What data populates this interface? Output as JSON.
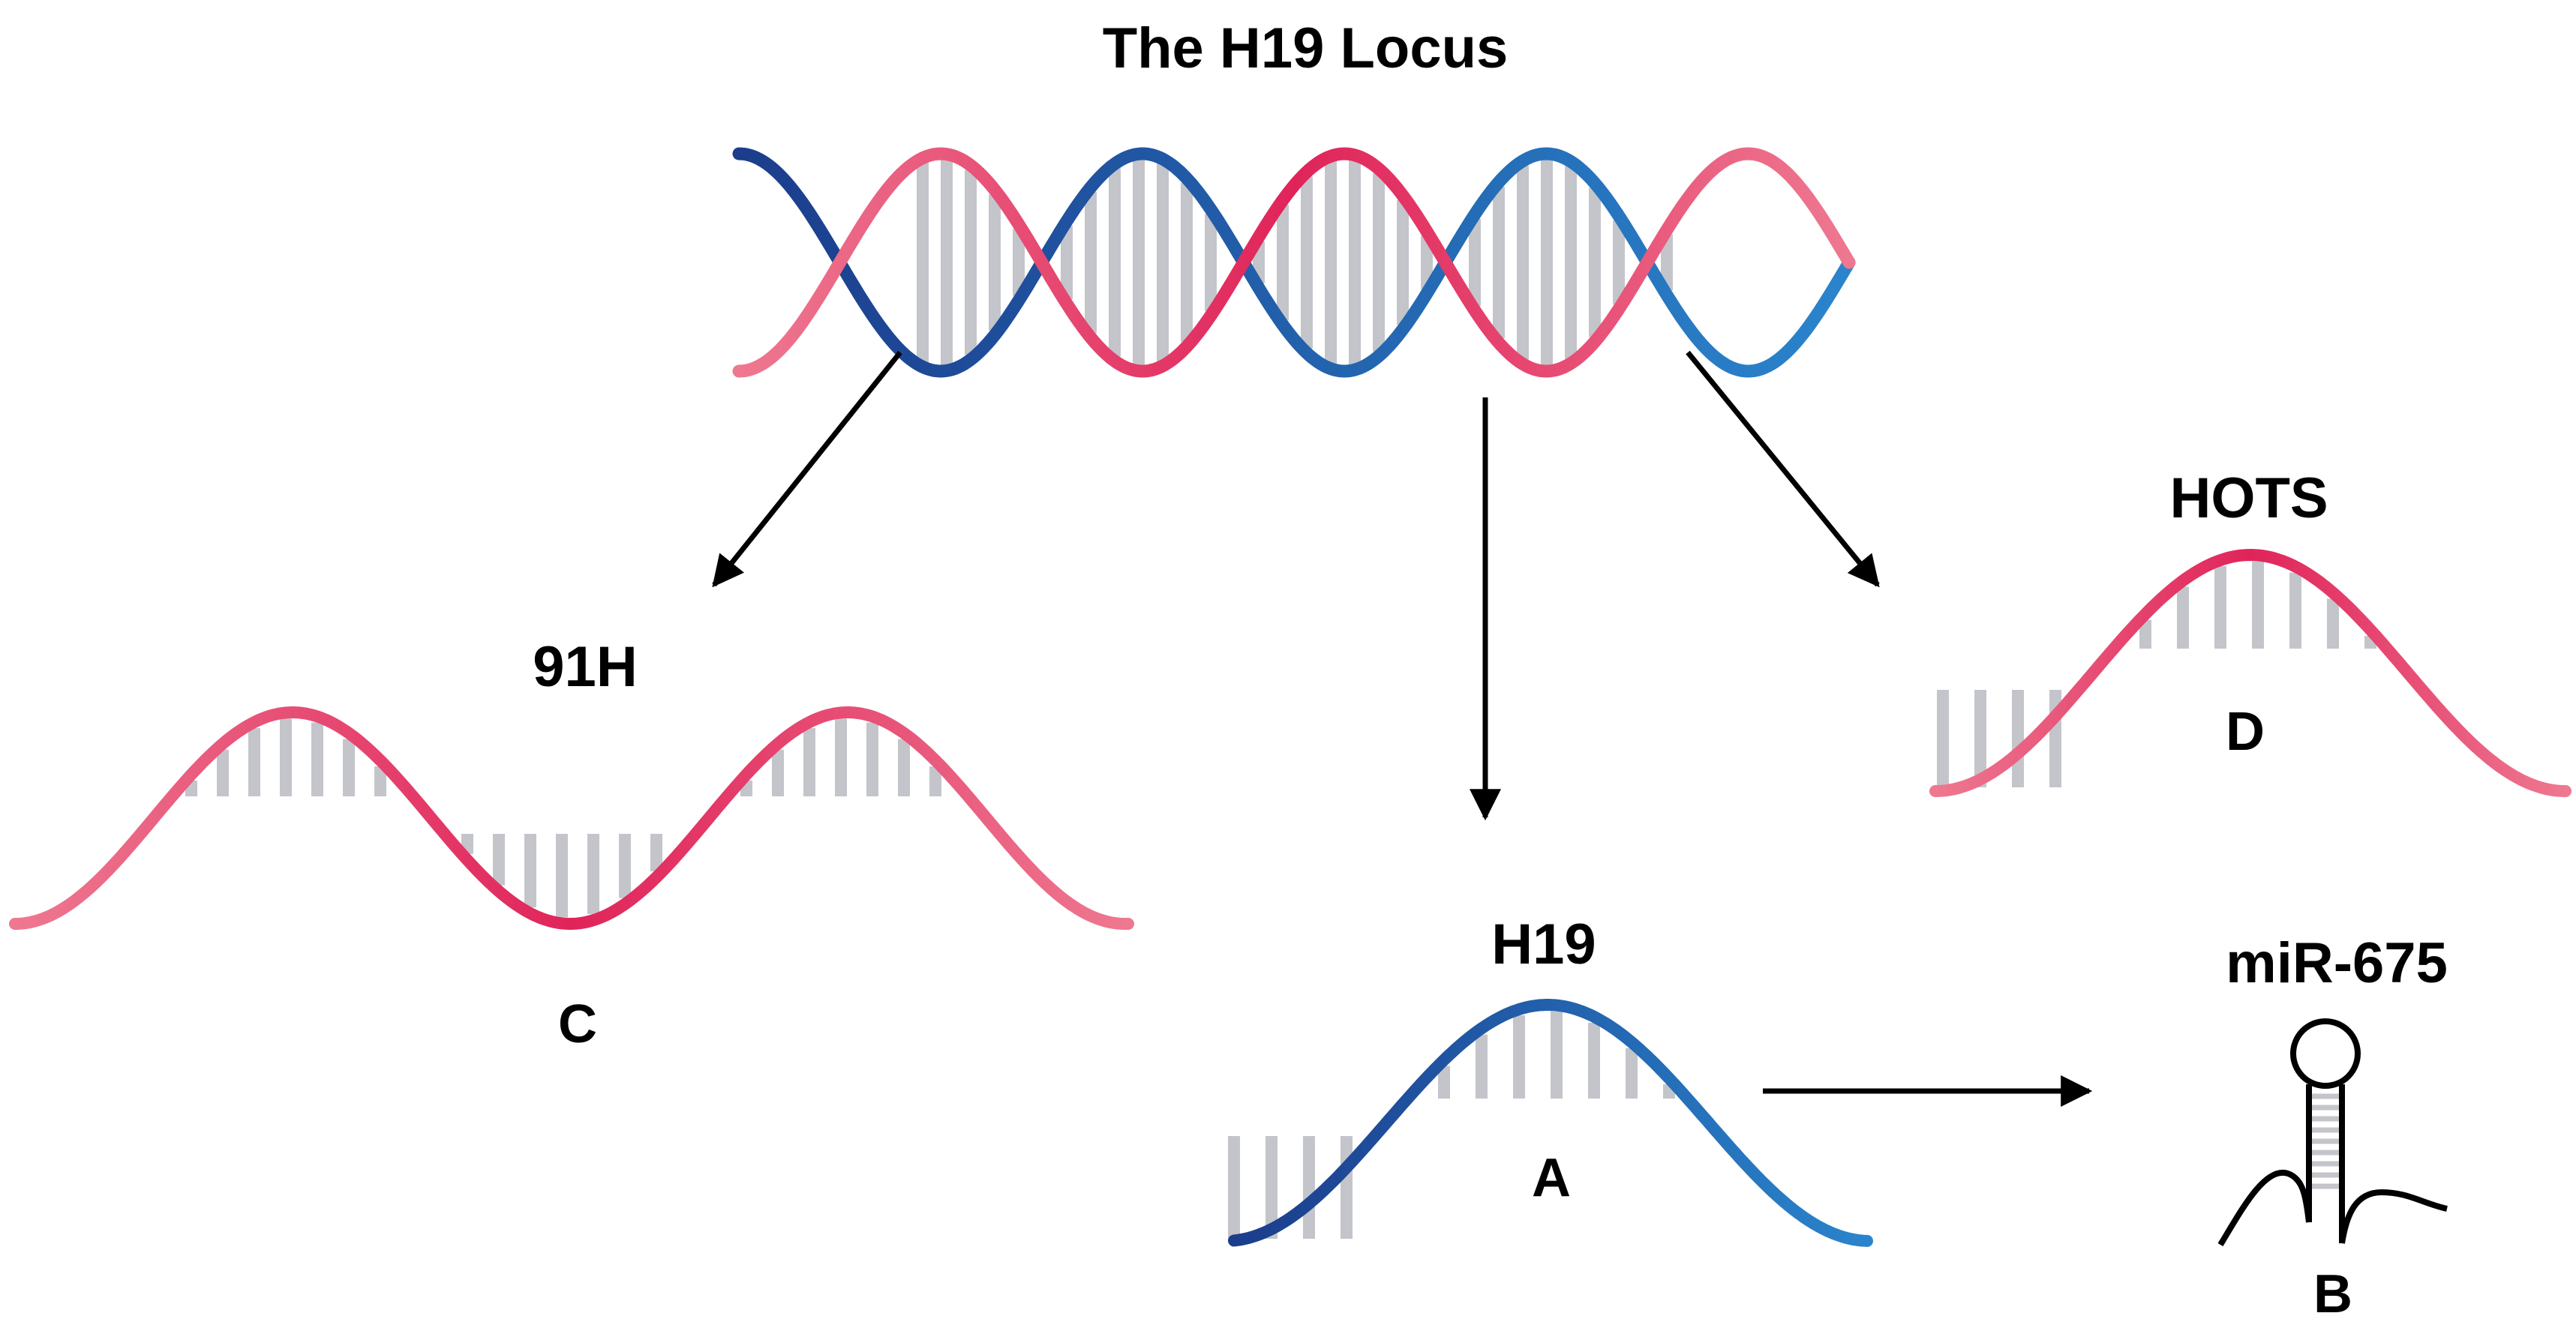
{
  "title": "The H19 Locus",
  "transcripts": {
    "c_91h": {
      "name": "91H",
      "tag": "C"
    },
    "a_h19": {
      "name": "H19",
      "tag": "A"
    },
    "d_hots": {
      "name": "HOTS",
      "tag": "D"
    },
    "b_mir": {
      "name": "miR-675",
      "tag": "B"
    }
  },
  "colors": {
    "strand_red": "#e0245a",
    "strand_red_light": "#ec6a82",
    "strand_blue": "#1b3d8c",
    "strand_blue_light": "#2a7bc4",
    "rung_gray": "#c4c5ca",
    "arrow": "#000000"
  }
}
